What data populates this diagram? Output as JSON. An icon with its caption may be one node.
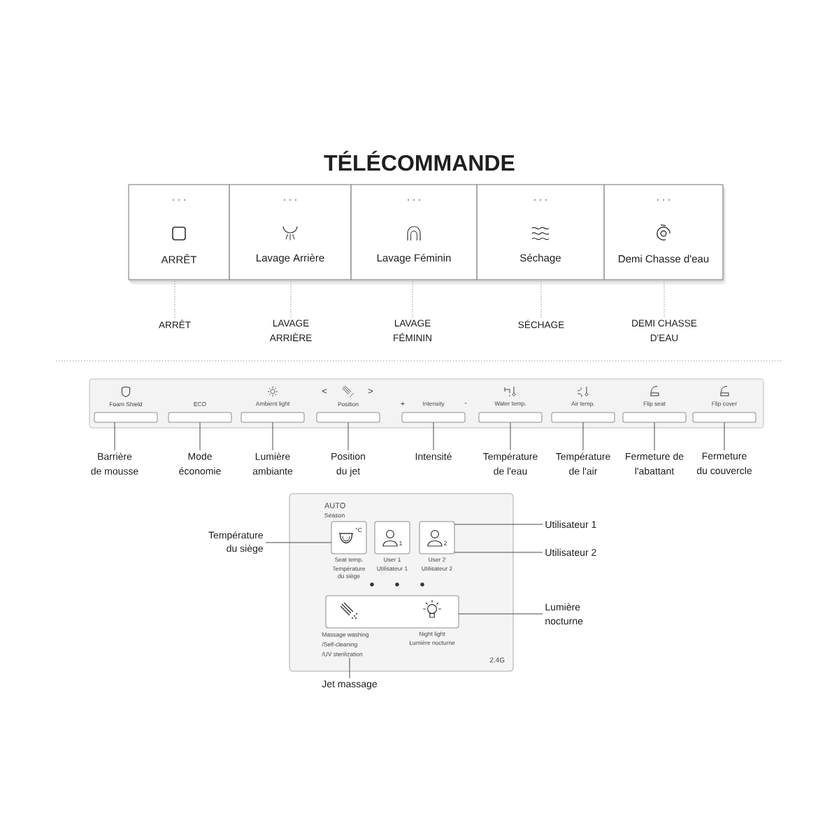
{
  "diagram": {
    "title": "TÉLÉCOMMANDE",
    "nodes": [
      {
        "text": [],
        "shape": "box"
      },
      {
        "text": [
          "ARRÊT"
        ],
        "in": 0
      },
      {
        "text": [
          "Lavage Arrière"
        ],
        "in": 0
      },
      {
        "text": [
          "Lavage Féminin"
        ],
        "in": 0
      },
      {
        "text": [
          "Séchage"
        ],
        "in": 0
      },
      {
        "text": [
          "Demi Chasse d'eau"
        ],
        "in": 0
      },
      {
        "text": [
          "ARRÊT"
        ]
      },
      {
        "text": [
          "LAVAGE ARRIÈRE"
        ]
      },
      {
        "text": [
          "LAVAGE FÉMININ"
        ]
      },
      {
        "text": [
          "SÉCHAGE"
        ]
      },
      {
        "text": [
          "DEMI CHASSE D'EAU"
        ]
      },
      {
        "text": [],
        "shape": "box"
      },
      {
        "text": [
          "Foam Shield"
        ],
        "in": 11
      },
      {
        "text": [
          "ECO"
        ],
        "in": 11
      },
      {
        "text": [
          "Ambient light"
        ],
        "in": 11
      },
      {
        "text": [
          "<",
          ">",
          "Position"
        ],
        "in": 11
      },
      {
        "text": [
          "+",
          "Intensity",
          "-"
        ],
        "in": 11
      },
      {
        "text": [
          "Water temp."
        ],
        "in": 11
      },
      {
        "text": [
          "Air temp."
        ],
        "in": 11
      },
      {
        "text": [
          "Flip seat"
        ],
        "in": 11
      },
      {
        "text": [
          "Flip cover"
        ],
        "in": 11
      },
      {
        "text": [
          "Barrière de mousse"
        ]
      },
      {
        "text": [
          "Mode économie"
        ]
      },
      {
        "text": [
          "Lumière ambiante"
        ]
      },
      {
        "text": [
          "Position du jet"
        ]
      },
      {
        "text": [
          "Intensité"
        ]
      },
      {
        "text": [
          "Température de l'eau"
        ]
      },
      {
        "text": [
          "Température de l'air"
        ]
      },
      {
        "text": [
          "Fermeture de l'abattant"
        ]
      },
      {
        "text": [
          "Fermeture du couvercle"
        ]
      },
      {
        "text": [
          "Température du siège"
        ]
      },
      {
        "text": [
          "AUTO",
          "Season",
          "2.4G"
        ]
      },
      {
        "text": [
          "°C"
        ],
        "in": 31,
        "beside": [
          "Seat temp.",
          "Température du siège"
        ]
      },
      {
        "text": [
          "1"
        ],
        "in": 31,
        "beside": [
          "User 1",
          "Utilisateur 1"
        ]
      },
      {
        "text": [
          "2"
        ],
        "in": 31,
        "beside": [
          "User 2",
          "Utilisateur 2"
        ]
      },
      {
        "text": [],
        "shape": "box",
        "in": 31,
        "beside": [
          "Night light",
          "Lumière nocturne"
        ]
      },
      {
        "text": [
          "Massage washing",
          "/Self-cleaning",
          "/UV sterilization"
        ],
        "in": 31
      },
      {
        "text": [
          "Utilisateur 1"
        ]
      },
      {
        "text": [
          "Utilisateur 2"
        ]
      },
      {
        "text": [
          "Lumière nocturne"
        ]
      },
      {
        "text": [
          "Jet massage"
        ]
      }
    ],
    "edges": [
      {
        "from": 6,
        "to": 1,
        "arrow": "none",
        "style": "dashed"
      },
      {
        "from": 7,
        "to": 2,
        "arrow": "none",
        "style": "dashed"
      },
      {
        "from": 8,
        "to": 3,
        "arrow": "none",
        "style": "dashed"
      },
      {
        "from": 9,
        "to": 4,
        "arrow": "none",
        "style": "dashed"
      },
      {
        "from": 10,
        "to": 5,
        "arrow": "none",
        "style": "dashed"
      },
      {
        "from": 21,
        "to": 12,
        "arrow": "none"
      },
      {
        "from": 22,
        "to": 13,
        "arrow": "none"
      },
      {
        "from": 23,
        "to": 14,
        "arrow": "none"
      },
      {
        "from": 24,
        "to": 15,
        "arrow": "none"
      },
      {
        "from": 25,
        "to": 16,
        "arrow": "none"
      },
      {
        "from": 26,
        "to": 17,
        "arrow": "none"
      },
      {
        "from": 27,
        "to": 18,
        "arrow": "none"
      },
      {
        "from": 28,
        "to": 19,
        "arrow": "none"
      },
      {
        "from": 29,
        "to": 20,
        "arrow": "none"
      },
      {
        "from": 30,
        "to": 32,
        "arrow": "none"
      },
      {
        "from": 37,
        "to": 34,
        "arrow": "none"
      },
      {
        "from": 38,
        "to": 34,
        "arrow": "none"
      },
      {
        "from": 39,
        "to": 35,
        "arrow": "none"
      },
      {
        "from": 40,
        "to": 36,
        "arrow": "none"
      }
    ]
  }
}
